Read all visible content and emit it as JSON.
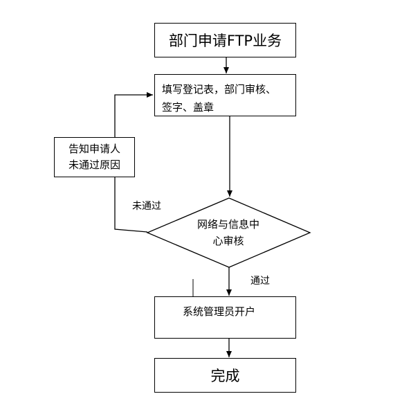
{
  "flowchart": {
    "nodes": {
      "start": {
        "text": "部门申请FTP业务"
      },
      "fill_form": {
        "lines": [
          "填写登记表，部门审核、",
          "签字、盖章"
        ]
      },
      "review": {
        "lines": [
          "网络与信息中",
          "心审核"
        ]
      },
      "notify": {
        "lines": [
          "告知申请人",
          "未通过原因"
        ]
      },
      "admin": {
        "text": "系统管理员开户"
      },
      "done": {
        "text": "完成"
      }
    },
    "edges": {
      "fail_label": "未通过",
      "pass_label": "通过"
    },
    "colors": {
      "stroke": "#000000",
      "background": "#ffffff"
    }
  }
}
